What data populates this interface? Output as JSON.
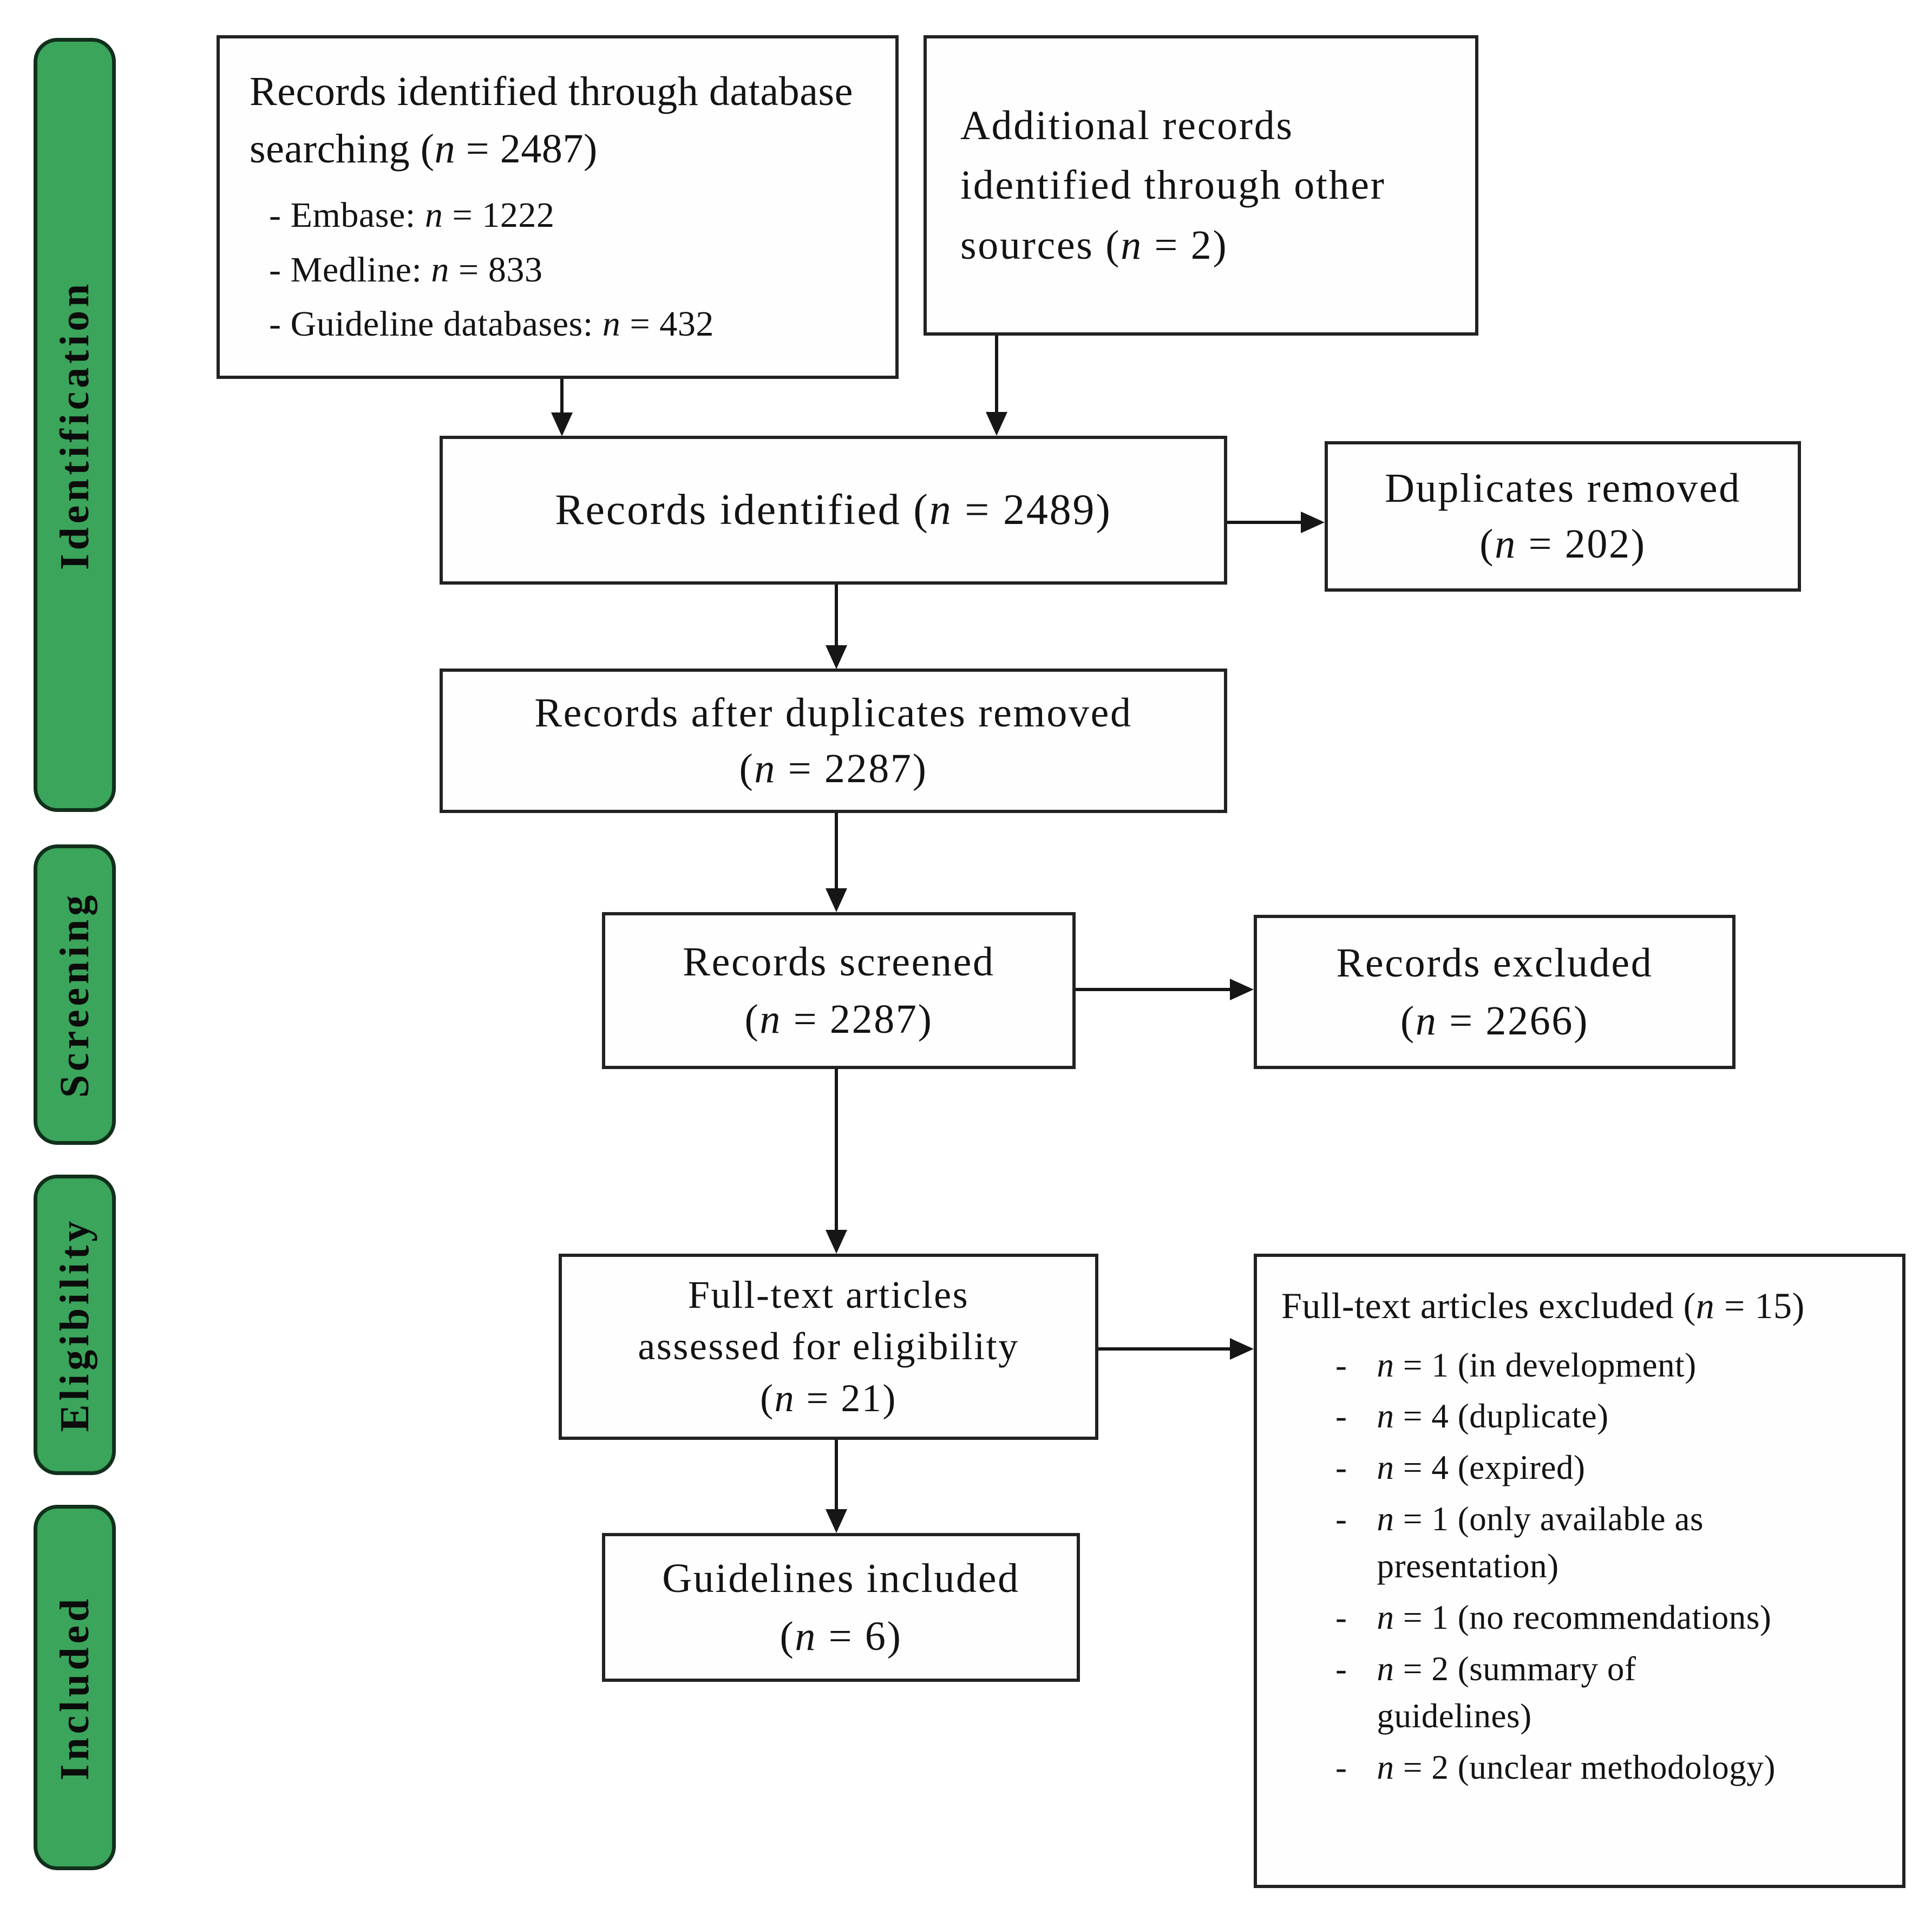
{
  "diagram": {
    "type": "prisma-flow",
    "stages": [
      {
        "label": "Identification"
      },
      {
        "label": "Screening"
      },
      {
        "label": "Eligibility"
      },
      {
        "label": "Included"
      }
    ],
    "boxes": {
      "database_search": {
        "title": "Records identified through database searching (n = 2487)",
        "items": [
          "- Embase: n = 1222",
          "- Medline: n = 833",
          "- Guideline databases: n = 432"
        ]
      },
      "other_sources": {
        "text": "Additional records identified through other sources (n = 2)"
      },
      "records_identified": {
        "text": "Records identified (n = 2489)"
      },
      "duplicates_removed": {
        "lines": [
          "Duplicates removed",
          "(n = 202)"
        ]
      },
      "after_duplicates": {
        "lines": [
          "Records after duplicates removed",
          "(n = 2287)"
        ]
      },
      "records_screened": {
        "lines": [
          "Records screened",
          "(n = 2287)"
        ]
      },
      "records_excluded": {
        "lines": [
          "Records excluded",
          "(n = 2266)"
        ]
      },
      "fulltext_assessed": {
        "lines": [
          "Full-text articles",
          "assessed for eligibility",
          "(n = 21)"
        ]
      },
      "fulltext_excluded": {
        "title": "Full-text articles excluded (n = 15)",
        "marker": "-",
        "items": [
          "n = 1 (in development)",
          "n = 4 (duplicate)",
          "n = 4 (expired)",
          "n = 1 (only available as presentation)",
          "n = 1 (no recommendations)",
          "n = 2 (summary of guidelines)",
          "n = 2 (unclear methodology)"
        ]
      },
      "guidelines_included": {
        "lines": [
          "Guidelines included",
          "(n = 6)"
        ]
      }
    },
    "colors": {
      "stage_fill": "#3aa55b",
      "stage_border": "#11301c",
      "box_border": "#222222",
      "text": "#131313",
      "arrow": "#161616"
    }
  }
}
